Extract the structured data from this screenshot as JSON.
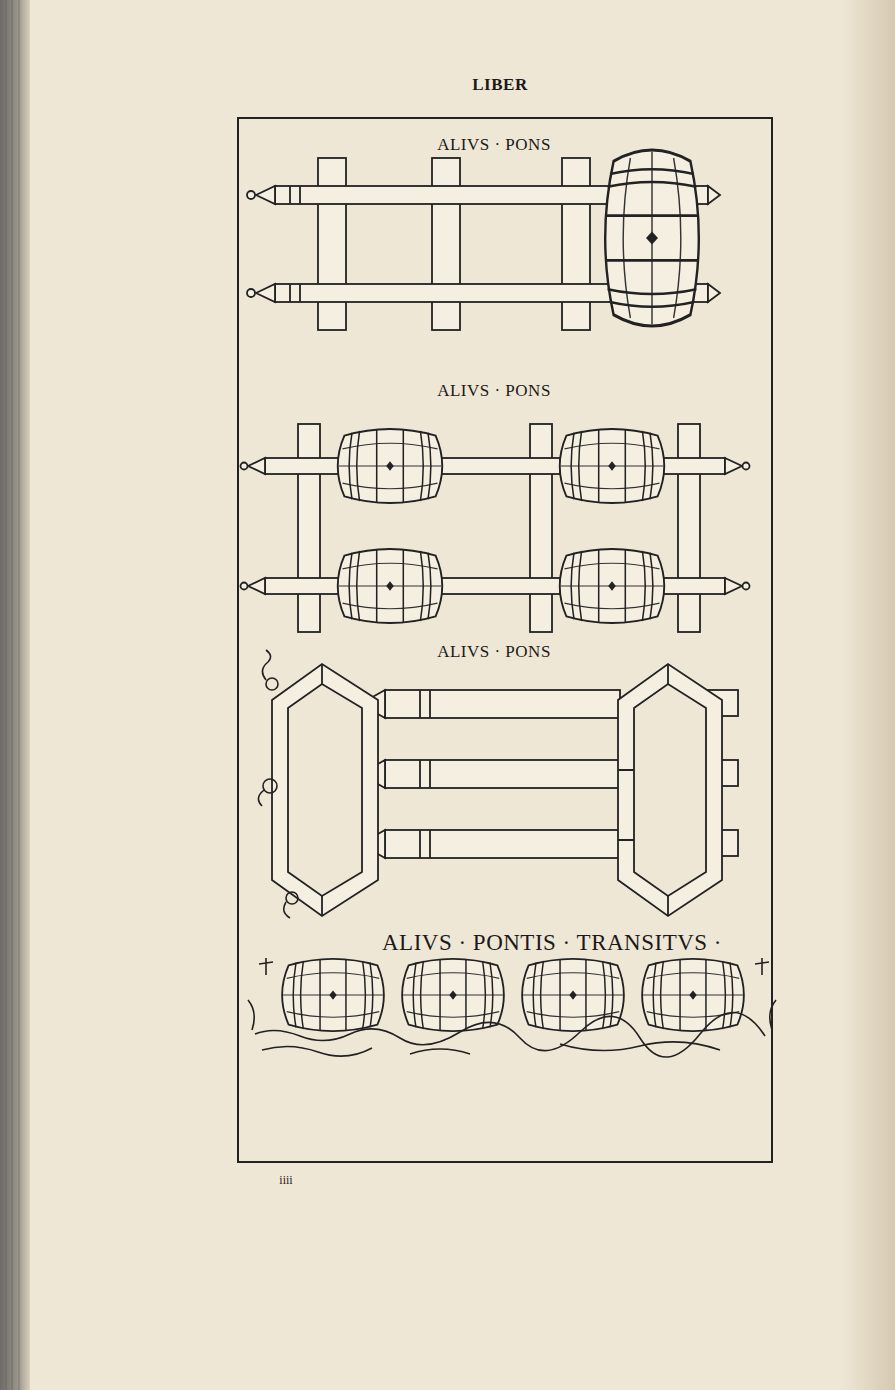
{
  "diagram": {
    "title": "LIBER",
    "labels": [
      "ALIVS · PONS",
      "ALIVS · PONS",
      "ALIVS · PONS",
      "ALIVS · PONTIS · TRANSITVS ·",
      "iiii"
    ]
  }
}
